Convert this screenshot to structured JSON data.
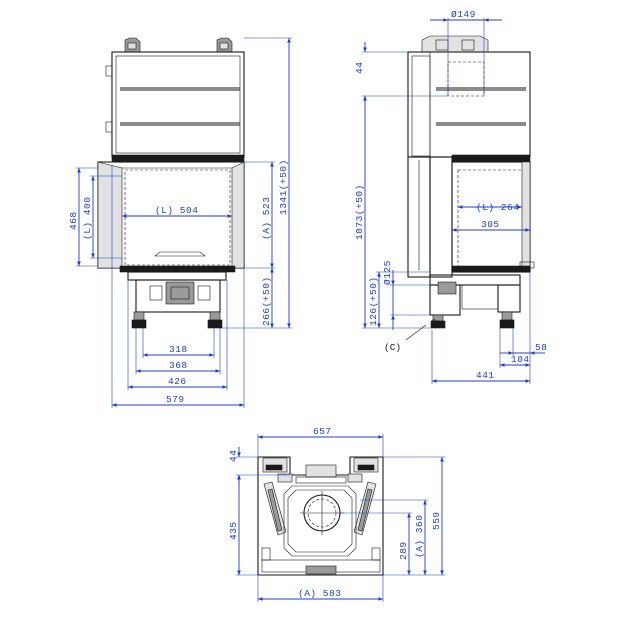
{
  "drawing": {
    "front_view": {
      "width_318": "318",
      "width_368": "368",
      "width_426": "426",
      "width_579": "579",
      "l_504": "(L) 504",
      "h_468": "468",
      "l_400": "(L) 400",
      "a_523": "(A) 523",
      "total_1341": "1341(+50)",
      "base_266": "266(+50)"
    },
    "side_view": {
      "dia_149": "Ø149",
      "top_44": "44",
      "h_1073": "1073(+50)",
      "h_126": "126(+50)",
      "dia_125": "Ø125",
      "l_264": "(L) 264",
      "w_305": "305",
      "d_58": "58",
      "d_104": "104",
      "d_441": "441",
      "callout_c": "(C)"
    },
    "top_view": {
      "w_657": "657",
      "top_44": "44",
      "h_435": "435",
      "h_559": "559",
      "a_360": "(A) 360",
      "h_289": "289",
      "a_583": "(A) 583"
    }
  }
}
